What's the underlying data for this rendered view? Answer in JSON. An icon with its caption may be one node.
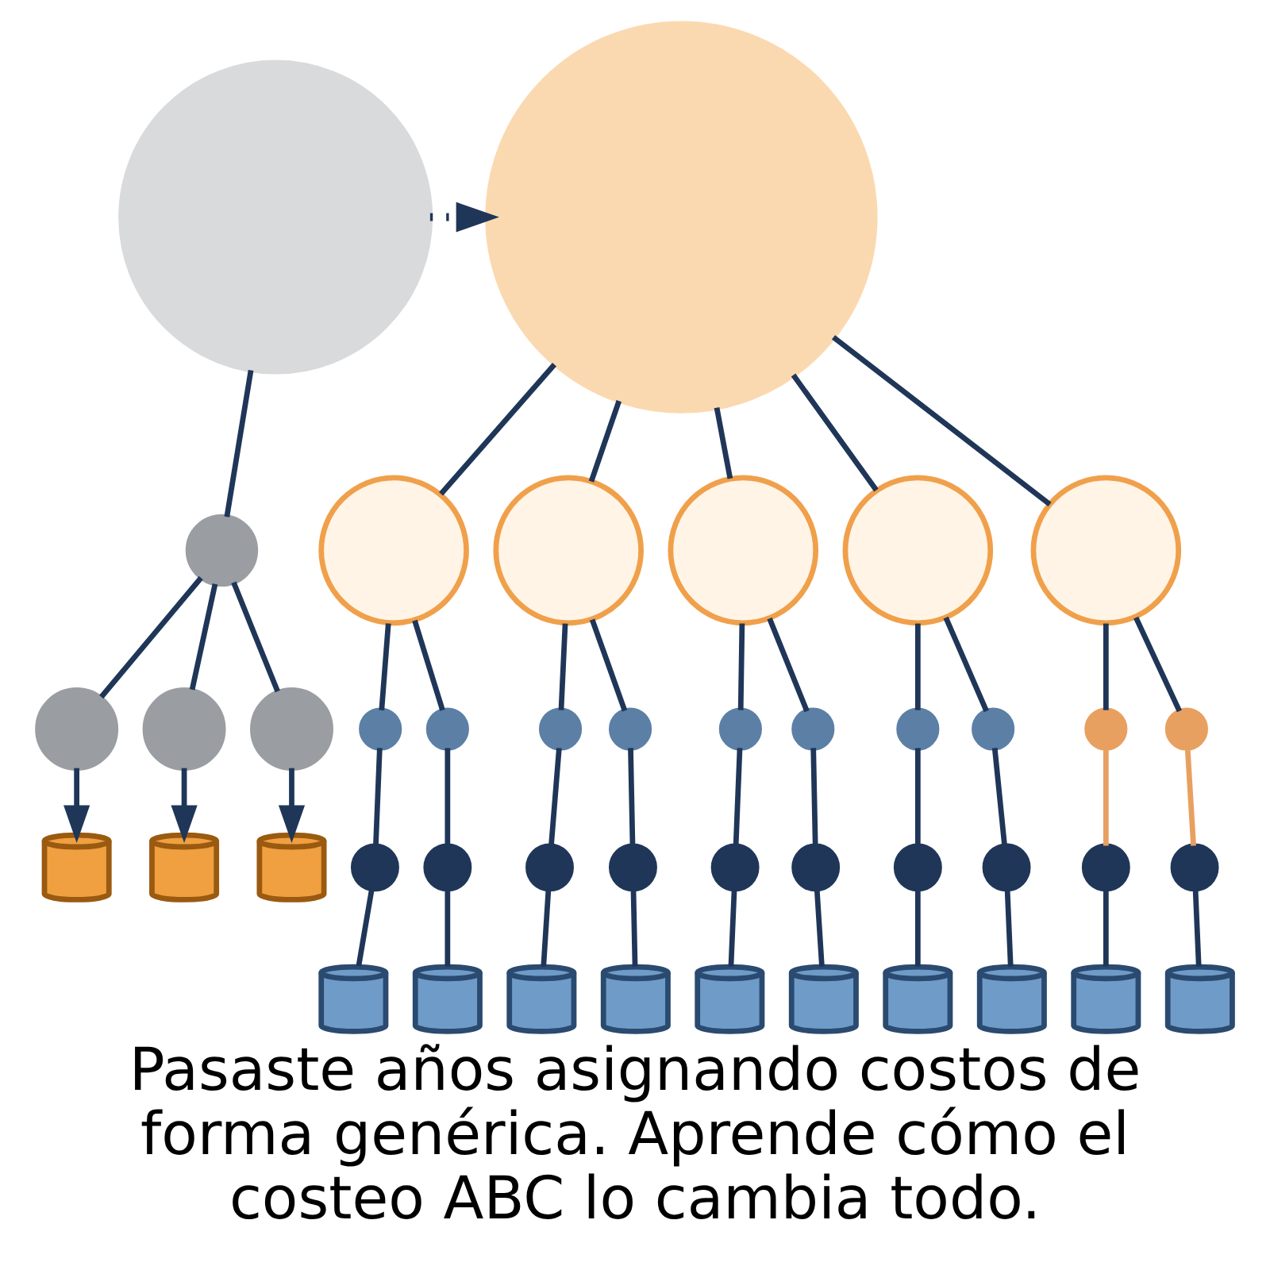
{
  "diagram": {
    "caption": "Pasaste años asignando costos de forma genérica. Aprende cómo el costeo ABC lo cambia todo.",
    "nodes": [
      {
        "text": [],
        "shape": "circle"
      },
      {
        "text": [],
        "shape": "circle"
      },
      {
        "text": [],
        "shape": "circle"
      },
      {
        "text": [],
        "shape": "circle"
      },
      {
        "text": [],
        "shape": "circle"
      },
      {
        "text": [],
        "shape": "cylinder"
      },
      {
        "text": [],
        "shape": "cylinder"
      },
      {
        "text": [],
        "shape": "cylinder"
      },
      {
        "text": [],
        "shape": "circle"
      },
      {
        "text": [],
        "shape": "circle"
      },
      {
        "text": [],
        "shape": "circle"
      },
      {
        "text": [],
        "shape": "circle"
      },
      {
        "text": [],
        "shape": "circle"
      },
      {
        "text": [],
        "shape": "circle"
      },
      {
        "text": [],
        "shape": "circle"
      },
      {
        "text": [],
        "shape": "circle"
      },
      {
        "text": [],
        "shape": "circle"
      },
      {
        "text": [],
        "shape": "circle"
      },
      {
        "text": [],
        "shape": "circle"
      },
      {
        "text": [],
        "shape": "circle"
      },
      {
        "text": [],
        "shape": "circle"
      },
      {
        "text": [],
        "shape": "circle"
      },
      {
        "text": [],
        "shape": "circle"
      },
      {
        "text": [],
        "shape": "circle"
      },
      {
        "text": [],
        "shape": "circle"
      },
      {
        "text": [],
        "shape": "circle"
      },
      {
        "text": [],
        "shape": "circle"
      },
      {
        "text": [],
        "shape": "circle"
      },
      {
        "text": [],
        "shape": "circle"
      },
      {
        "text": [],
        "shape": "circle"
      },
      {
        "text": [],
        "shape": "circle"
      },
      {
        "text": [],
        "shape": "circle"
      },
      {
        "text": [],
        "shape": "circle"
      },
      {
        "text": [],
        "shape": "circle"
      },
      {
        "text": [],
        "shape": "cylinder"
      },
      {
        "text": [],
        "shape": "cylinder"
      },
      {
        "text": [],
        "shape": "cylinder"
      },
      {
        "text": [],
        "shape": "cylinder"
      },
      {
        "text": [],
        "shape": "cylinder"
      },
      {
        "text": [],
        "shape": "cylinder"
      },
      {
        "text": [],
        "shape": "cylinder"
      },
      {
        "text": [],
        "shape": "cylinder"
      },
      {
        "text": [],
        "shape": "cylinder"
      },
      {
        "text": [],
        "shape": "cylinder"
      }
    ],
    "edges": [
      {
        "from": 0,
        "to": 8,
        "arrow": "to",
        "style": "dashed"
      },
      {
        "from": 0,
        "to": 1,
        "arrow": "none"
      },
      {
        "from": 1,
        "to": 2,
        "arrow": "none"
      },
      {
        "from": 1,
        "to": 3,
        "arrow": "none"
      },
      {
        "from": 1,
        "to": 4,
        "arrow": "none"
      },
      {
        "from": 2,
        "to": 5,
        "arrow": "to"
      },
      {
        "from": 3,
        "to": 6,
        "arrow": "to"
      },
      {
        "from": 4,
        "to": 7,
        "arrow": "to"
      },
      {
        "from": 8,
        "to": 9,
        "arrow": "none"
      },
      {
        "from": 8,
        "to": 10,
        "arrow": "none"
      },
      {
        "from": 8,
        "to": 11,
        "arrow": "none"
      },
      {
        "from": 8,
        "to": 12,
        "arrow": "none"
      },
      {
        "from": 8,
        "to": 13,
        "arrow": "none"
      },
      {
        "from": 9,
        "to": 14,
        "arrow": "none"
      },
      {
        "from": 9,
        "to": 15,
        "arrow": "none"
      },
      {
        "from": 10,
        "to": 16,
        "arrow": "none"
      },
      {
        "from": 10,
        "to": 17,
        "arrow": "none"
      },
      {
        "from": 11,
        "to": 18,
        "arrow": "none"
      },
      {
        "from": 11,
        "to": 19,
        "arrow": "none"
      },
      {
        "from": 12,
        "to": 20,
        "arrow": "none"
      },
      {
        "from": 12,
        "to": 21,
        "arrow": "none"
      },
      {
        "from": 13,
        "to": 22,
        "arrow": "none"
      },
      {
        "from": 13,
        "to": 23,
        "arrow": "none"
      },
      {
        "from": 14,
        "to": 24,
        "arrow": "none"
      },
      {
        "from": 15,
        "to": 25,
        "arrow": "none"
      },
      {
        "from": 16,
        "to": 26,
        "arrow": "none"
      },
      {
        "from": 17,
        "to": 27,
        "arrow": "none"
      },
      {
        "from": 18,
        "to": 28,
        "arrow": "none"
      },
      {
        "from": 19,
        "to": 29,
        "arrow": "none"
      },
      {
        "from": 20,
        "to": 30,
        "arrow": "none"
      },
      {
        "from": 21,
        "to": 31,
        "arrow": "none"
      },
      {
        "from": 22,
        "to": 32,
        "arrow": "none",
        "color": "#e8a060"
      },
      {
        "from": 23,
        "to": 33,
        "arrow": "none",
        "color": "#e8a060"
      },
      {
        "from": 24,
        "to": 34,
        "arrow": "none"
      },
      {
        "from": 25,
        "to": 35,
        "arrow": "none"
      },
      {
        "from": 26,
        "to": 36,
        "arrow": "none"
      },
      {
        "from": 27,
        "to": 37,
        "arrow": "none"
      },
      {
        "from": 28,
        "to": 38,
        "arrow": "none"
      },
      {
        "from": 29,
        "to": 39,
        "arrow": "none"
      },
      {
        "from": 30,
        "to": 40,
        "arrow": "none"
      },
      {
        "from": 31,
        "to": 41,
        "arrow": "none"
      },
      {
        "from": 32,
        "to": 42,
        "arrow": "none"
      },
      {
        "from": 33,
        "to": 43,
        "arrow": "none"
      }
    ]
  }
}
